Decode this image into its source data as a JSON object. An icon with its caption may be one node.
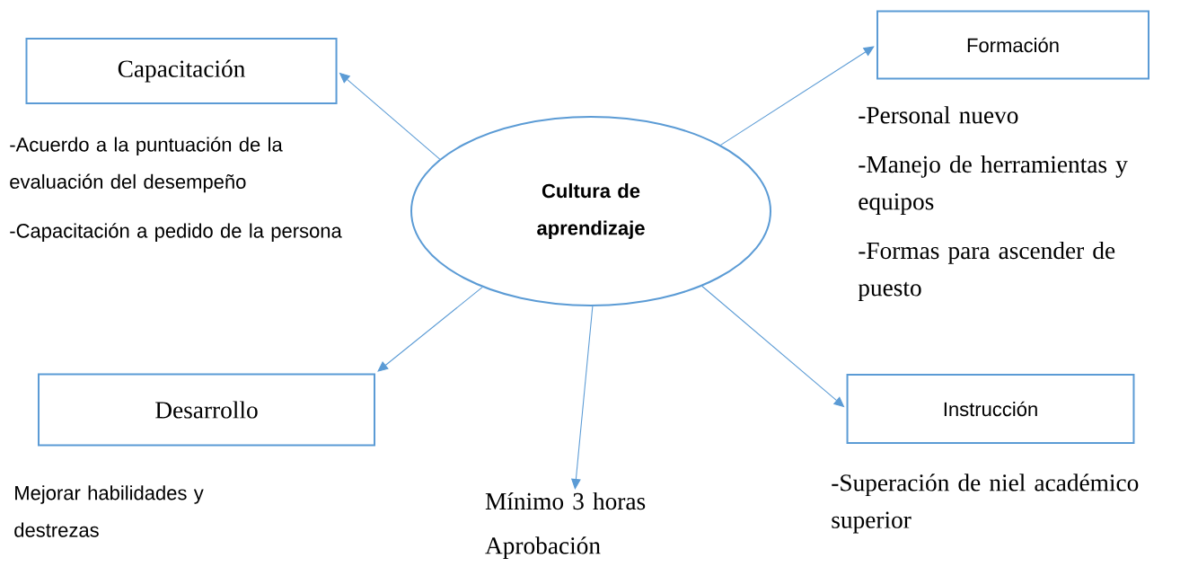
{
  "diagram": {
    "nodes": [
      {
        "text": [
          "Capacitación"
        ],
        "beside": [
          "-Acuerdo a la puntuación de la evaluación del desempeño",
          "-Capacitación a pedido de la persona"
        ]
      },
      {
        "text": [
          "Formación"
        ],
        "beside": [
          "-Personal nuevo",
          "-Manejo de herramientas y equipos",
          "-Formas para ascender de puesto"
        ]
      },
      {
        "text": [
          "Cultura de aprendizaje"
        ]
      },
      {
        "text": [
          "Desarrollo"
        ],
        "beside": [
          "Mejorar habilidades y destrezas"
        ]
      },
      {
        "text": [
          "Mínimo 3 horas",
          "Aprobación"
        ]
      },
      {
        "text": [
          "Instrucción"
        ],
        "beside": [
          "-Superación de niel académico superior"
        ]
      }
    ],
    "edges": [
      {
        "from": 2,
        "to": 0,
        "arrow": "to"
      },
      {
        "from": 2,
        "to": 1,
        "arrow": "to"
      },
      {
        "from": 2,
        "to": 3,
        "arrow": "to"
      },
      {
        "from": 2,
        "to": 4,
        "arrow": "to"
      },
      {
        "from": 2,
        "to": 5,
        "arrow": "to"
      }
    ]
  }
}
